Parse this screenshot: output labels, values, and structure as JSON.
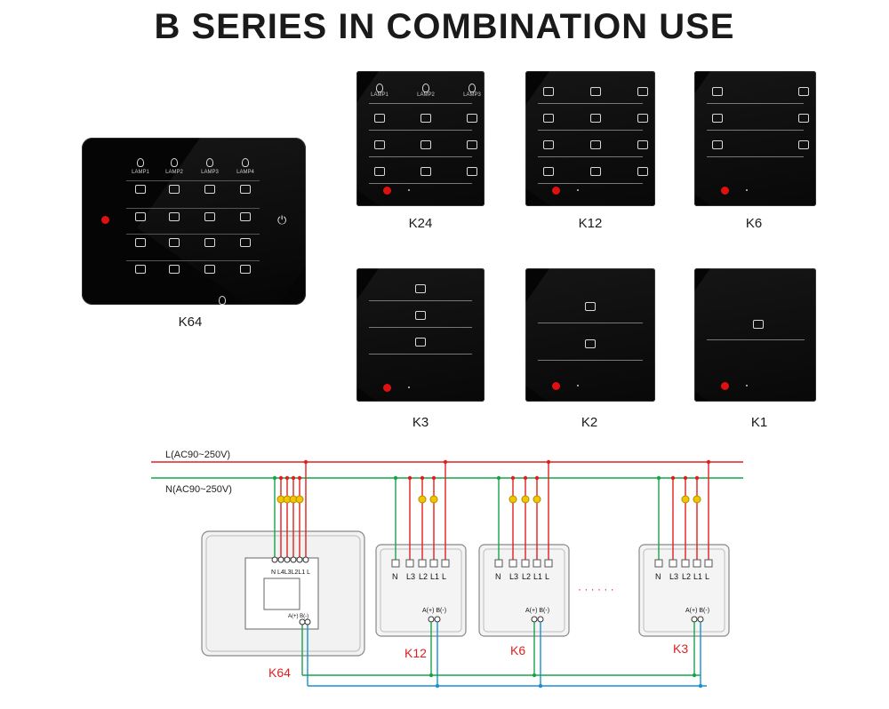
{
  "title": "B  SERIES IN COMBINATION USE",
  "panels": {
    "k64": "K64",
    "k24": "K24",
    "k12": "K12",
    "k6": "K6",
    "k3": "K3",
    "k2": "K2",
    "k1": "K1"
  },
  "lamp_labels": [
    "LAMP1",
    "LAMP2",
    "LAMP3",
    "LAMP4"
  ],
  "k24_lamp_labels": [
    "LAMP1",
    "LAMP2",
    "LAMP3"
  ],
  "power_symbol": "⏻",
  "wiring": {
    "line_label": "L(AC90~250V)",
    "neutral_label": "N(AC90~250V)",
    "k64_terminals": "N L4L3L2L1 L",
    "k64_bus": "A(+) B(-)",
    "module_terminals": [
      "N",
      "L3",
      "L2",
      "L1",
      "L"
    ],
    "module_bus": "A(+) B(-)",
    "ellipsis": "· · · · · ·",
    "labels": [
      "K64",
      "K12",
      "K6",
      "K3"
    ],
    "colors": {
      "line": "#e02020",
      "neutral": "#17a34a",
      "bus": "#1a8fd0",
      "fuse": "#f2c500"
    }
  }
}
